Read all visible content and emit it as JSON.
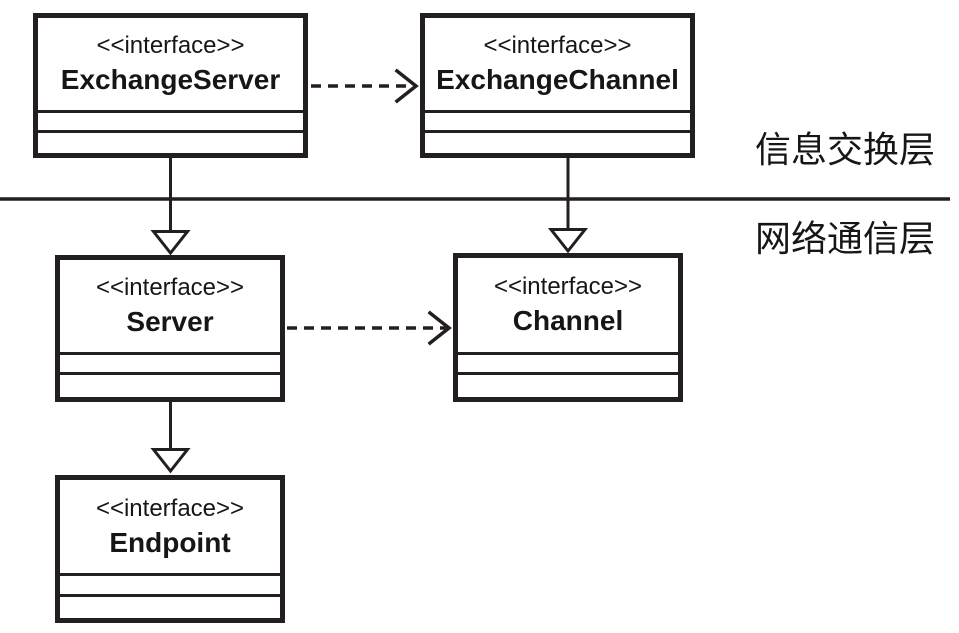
{
  "colors": {
    "line": "#231f20",
    "text": "#161616",
    "background": "#ffffff"
  },
  "diagram": {
    "type": "uml-class-diagram",
    "boxes": [
      {
        "stereotype": "<<interface>>",
        "name": "ExchangeServer"
      },
      {
        "stereotype": "<<interface>>",
        "name": "ExchangeChannel"
      },
      {
        "stereotype": "<<interface>>",
        "name": "Server"
      },
      {
        "stereotype": "<<interface>>",
        "name": "Channel"
      },
      {
        "stereotype": "<<interface>>",
        "name": "Endpoint"
      }
    ],
    "layer_labels": {
      "top": "信息交换层",
      "bottom": "网络通信层"
    },
    "relations": [
      {
        "from": "ExchangeServer",
        "to": "ExchangeChannel",
        "type": "dashed-arrow"
      },
      {
        "from": "Server",
        "to": "Channel",
        "type": "dashed-arrow"
      },
      {
        "from": "ExchangeServer",
        "to": "Server",
        "type": "solid-line-hollow-triangle"
      },
      {
        "from": "ExchangeChannel",
        "to": "Channel",
        "type": "solid-line-hollow-triangle"
      },
      {
        "from": "Server",
        "to": "Endpoint",
        "type": "solid-line-hollow-triangle"
      }
    ]
  }
}
